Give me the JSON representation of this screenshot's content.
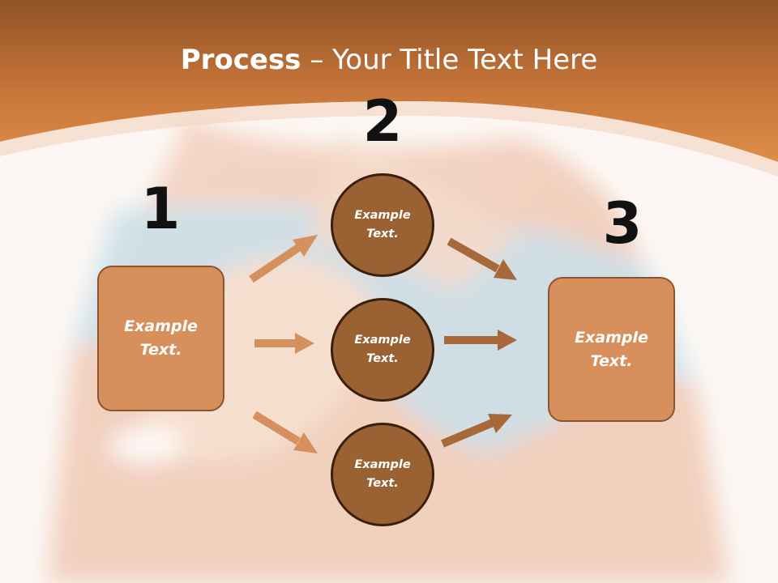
{
  "title": {
    "bold": "Process",
    "rest": " – Your Title Text Here"
  },
  "steps": [
    {
      "number": "1",
      "text": "Example Text."
    },
    {
      "number": "2",
      "items": [
        {
          "text": "Example Text."
        },
        {
          "text": "Example Text."
        },
        {
          "text": "Example Text."
        }
      ]
    },
    {
      "number": "3",
      "text": "Example Text."
    }
  ],
  "colors": {
    "header": "#c8763a",
    "box_fill": "#d78f5c",
    "circle_fill": "#9a6233",
    "arrow_light": "#d6905e",
    "arrow_dark": "#a8693a"
  }
}
